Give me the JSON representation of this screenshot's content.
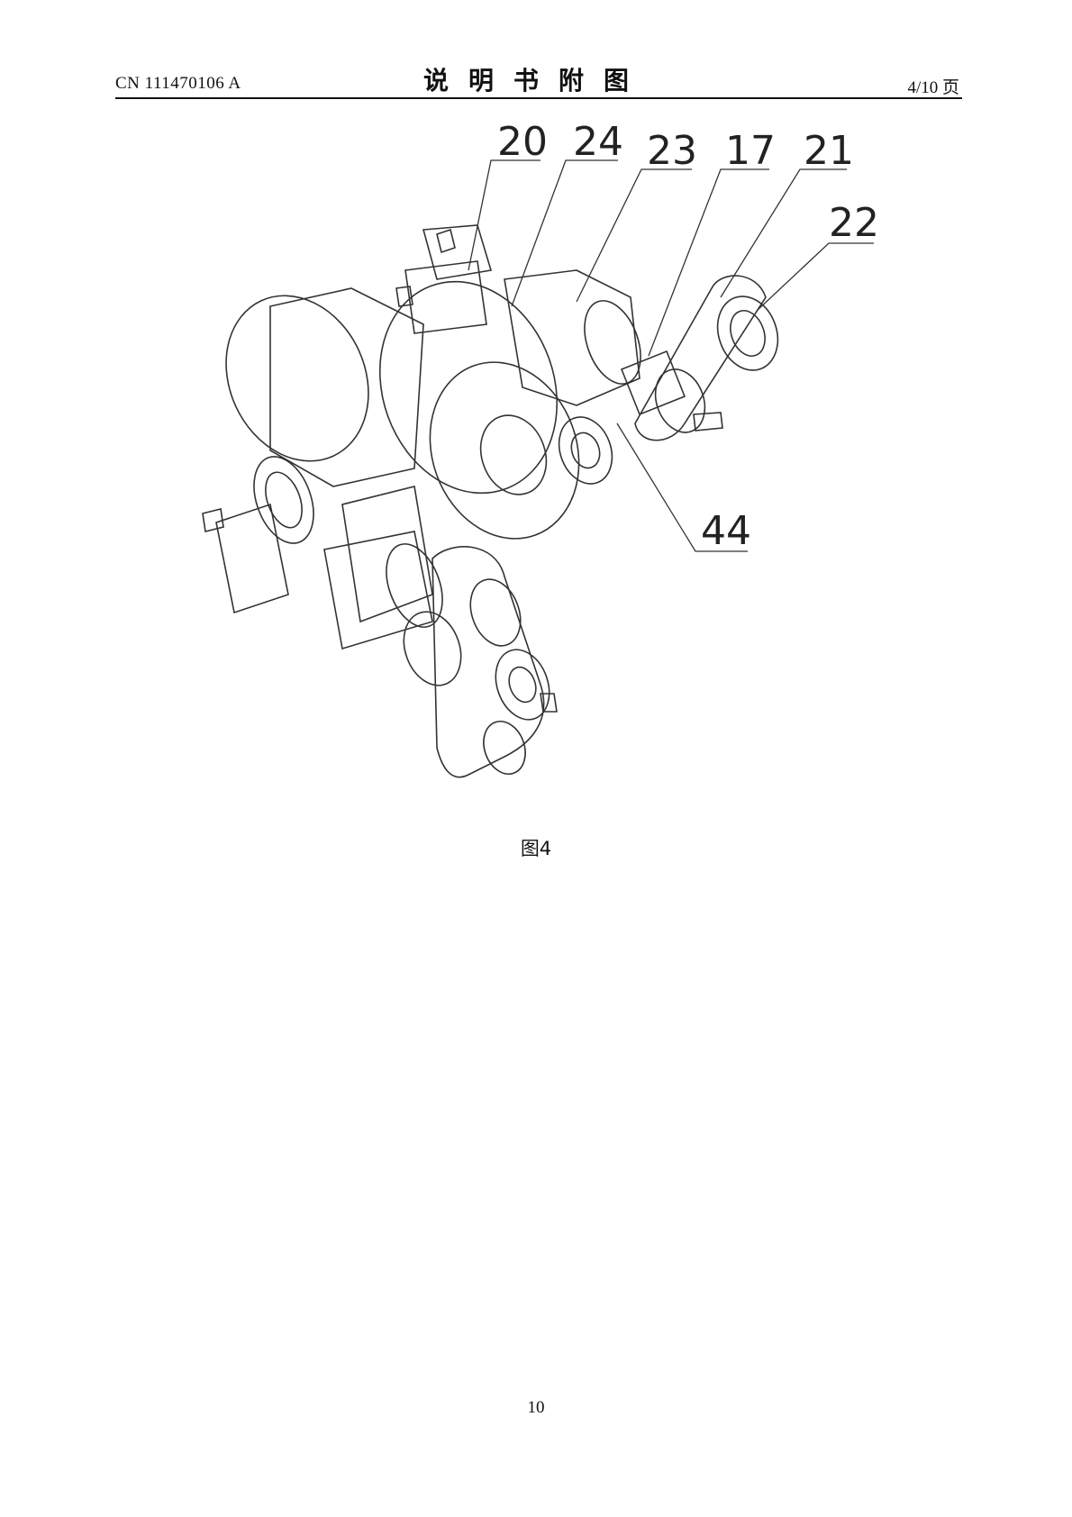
{
  "header": {
    "doc_number": "CN 111470106 A",
    "section_title": "说明书附图",
    "page_of": "4/10 页"
  },
  "figure": {
    "callouts": [
      "20",
      "24",
      "23",
      "17",
      "21",
      "22",
      "44"
    ],
    "caption": "图4"
  },
  "footer": {
    "page_number": "10"
  }
}
